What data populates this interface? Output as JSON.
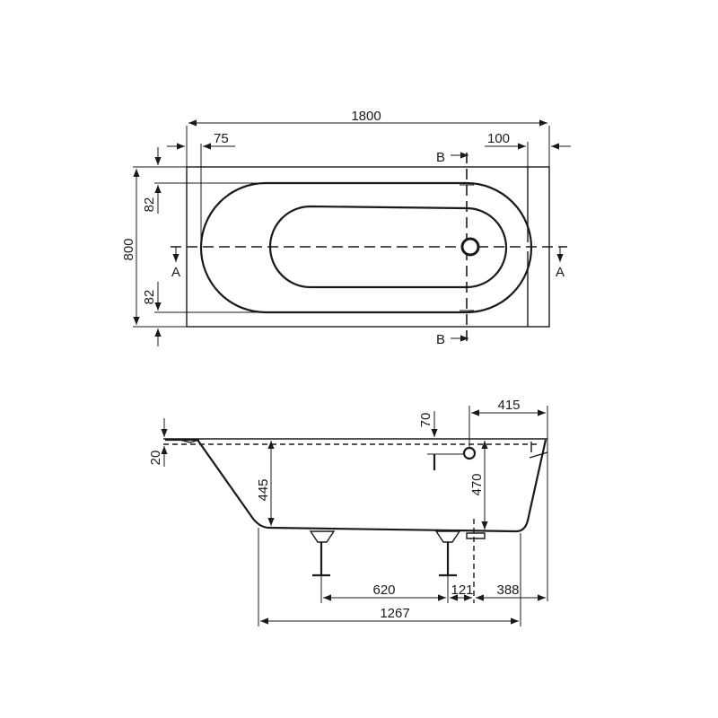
{
  "top_view": {
    "overall_length": "1800",
    "left_offset": "75",
    "right_offset": "100",
    "overall_width": "800",
    "rim_top": "82",
    "rim_bottom": "82",
    "section_a_left": "A",
    "section_a_right": "A",
    "section_b_top": "B",
    "section_b_bottom": "B"
  },
  "side_view": {
    "rim_thickness": "20",
    "inner_depth": "445",
    "overflow_drop": "70",
    "drain_offset": "415",
    "outer_depth": "470",
    "leg_spacing": "620",
    "leg_to_drain": "121",
    "drain_to_end": "388",
    "base_length": "1267"
  }
}
